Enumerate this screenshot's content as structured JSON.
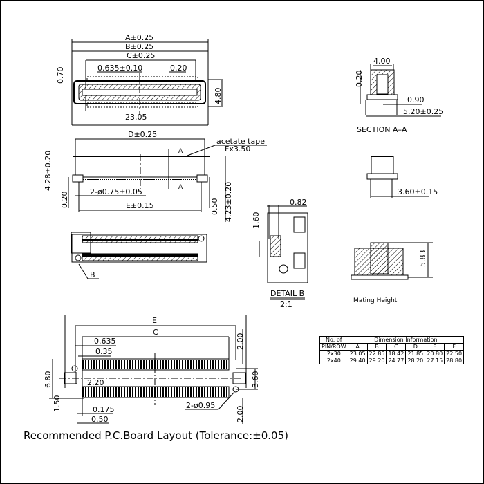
{
  "views": {
    "top": {
      "dims": [
        "A±0.25",
        "B±0.25",
        "C±0.25"
      ],
      "pitch": "0.635±0.10",
      "pin_width": "0.20",
      "left_offset": "0.70",
      "height": "4.80",
      "length": "23.05"
    },
    "front": {
      "width": "D±0.25",
      "tape_label": "acetate tape",
      "tape_dim": "Fx3.50",
      "section_mark": "A",
      "holes": "2-ø0.75±0.05",
      "base_width": "E±0.15",
      "height_left": "4.28±0.20",
      "standoff": "0.20",
      "lead": "0.50",
      "height_right": "4.23±0.20"
    },
    "bottom": {
      "detail_ref": "B"
    },
    "section": {
      "width": "4.00",
      "depth": "0.20",
      "lead": "0.90",
      "overall": "5.20±0.25",
      "title": "SECTION A–A"
    },
    "side": {
      "width": "3.60±0.15"
    },
    "detail": {
      "dim_top": "0.82",
      "dim_left": "1.60",
      "title": "DETAIL B",
      "scale": "2:1"
    },
    "mating": {
      "height": "5.83",
      "label": "Mating Height"
    }
  },
  "table": {
    "header_left_1": "No. of",
    "header_left_2": "PIN/ROW",
    "header_title": "Dimension Information",
    "columns": [
      "A",
      "B",
      "C",
      "D",
      "E",
      "F"
    ],
    "rows": [
      {
        "pins": "2x30",
        "values": [
          "23.05",
          "22.85",
          "18.42",
          "21.85",
          "20.80",
          "22.50"
        ]
      },
      {
        "pins": "2x40",
        "values": [
          "29.40",
          "29.20",
          "24.77",
          "28.20",
          "27.15",
          "28.80"
        ]
      }
    ]
  },
  "pcb": {
    "E": "E",
    "C": "C",
    "pitch": "0.635",
    "pad_width": "0.35",
    "row_gap": "2.20",
    "span": "6.80",
    "edge": "1.50",
    "offset1": "0.175",
    "offset2": "0.50",
    "top_margin": "2.00",
    "hole_span": "3.60",
    "holes": "2-ø0.95",
    "bottom_margin": "2.00",
    "title": "Recommended P.C.Board Layout (Tolerance:±0.05)"
  }
}
